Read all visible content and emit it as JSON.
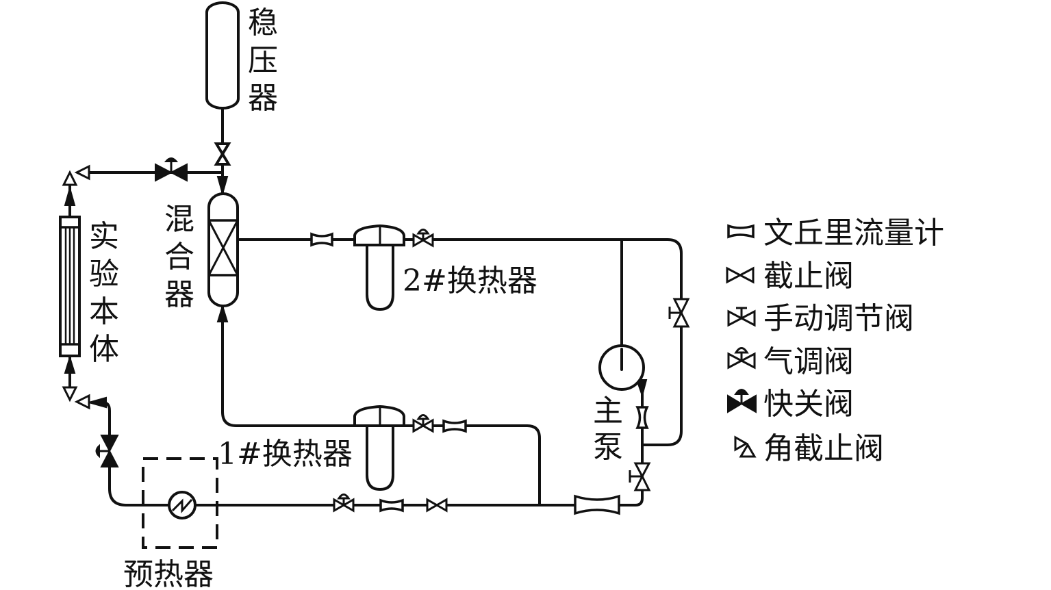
{
  "diagram": {
    "title": "",
    "components": {
      "pressurizer": {
        "label": "稳压器",
        "chars": [
          "稳",
          "压",
          "器"
        ]
      },
      "mixer": {
        "label": "混合器",
        "chars": [
          "混",
          "合",
          "器"
        ]
      },
      "test_section": {
        "label": "实验本体",
        "chars": [
          "实",
          "验",
          "本",
          "体"
        ]
      },
      "heat_exchanger_2": {
        "label": "2#换热器"
      },
      "heat_exchanger_1": {
        "label": "1#换热器"
      },
      "main_pump": {
        "label": "主泵",
        "chars": [
          "主",
          "泵"
        ]
      },
      "preheater": {
        "label": "预热器"
      }
    },
    "legend": [
      {
        "symbol": "venturi-flowmeter-icon",
        "label": "文丘里流量计"
      },
      {
        "symbol": "globe-valve-icon",
        "label": "截止阀"
      },
      {
        "symbol": "manual-control-valve-icon",
        "label": "手动调节阀"
      },
      {
        "symbol": "pneumatic-control-valve-icon",
        "label": "气调阀"
      },
      {
        "symbol": "quick-shutoff-valve-icon",
        "label": "快关阀"
      },
      {
        "symbol": "angle-globe-valve-icon",
        "label": "角截止阀"
      }
    ]
  }
}
